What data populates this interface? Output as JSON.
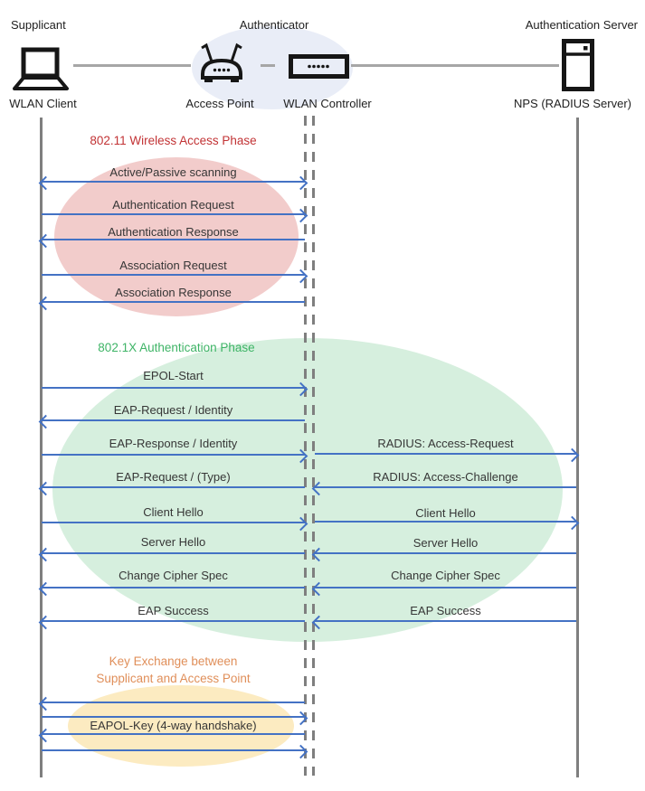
{
  "header": {
    "supplicant_role": "Supplicant",
    "authenticator_role": "Authenticator",
    "server_role": "Authentication Server",
    "wlan_client": "WLAN Client",
    "access_point": "Access Point",
    "wlan_controller": "WLAN Controller",
    "nps": "NPS (RADIUS Server)"
  },
  "phases": {
    "p1": {
      "title": "802.11 Wireless Access Phase",
      "color": "#c23335",
      "fill": "#f2cccb"
    },
    "p2": {
      "title": "802.1X Authentication Phase",
      "color": "#3eb466",
      "fill": "#d6efde"
    },
    "p3": {
      "line1": "Key Exchange between",
      "line2": "Supplicant and Access Point",
      "color": "#e08f5a",
      "fill": "#fcebc1"
    }
  },
  "messages": {
    "client_ap": [
      {
        "label": "Active/Passive scanning",
        "direction": "both"
      },
      {
        "label": "Authentication Request",
        "direction": "right"
      },
      {
        "label": "Authentication Response",
        "direction": "left"
      },
      {
        "label": "Association Request",
        "direction": "right"
      },
      {
        "label": "Association Response",
        "direction": "left"
      },
      {
        "label": "EPOL-Start",
        "direction": "right"
      },
      {
        "label": "EAP-Request / Identity",
        "direction": "left"
      },
      {
        "label": "EAP-Response / Identity",
        "direction": "right"
      },
      {
        "label": "EAP-Request / (Type)",
        "direction": "left"
      },
      {
        "label": "Client Hello",
        "direction": "right"
      },
      {
        "label": "Server Hello",
        "direction": "left"
      },
      {
        "label": "Change Cipher Spec",
        "direction": "left"
      },
      {
        "label": "EAP Success",
        "direction": "left"
      },
      {
        "label": "EAPOL-Key (4-way handshake)",
        "direction": "left,right,left,right"
      }
    ],
    "controller_server": [
      {
        "label": "RADIUS: Access-Request",
        "direction": "right"
      },
      {
        "label": "RADIUS: Access-Challenge",
        "direction": "left"
      },
      {
        "label": "Client Hello",
        "direction": "right"
      },
      {
        "label": "Server Hello",
        "direction": "left"
      },
      {
        "label": "Change Cipher Spec",
        "direction": "left"
      },
      {
        "label": "EAP Success",
        "direction": "left"
      }
    ]
  },
  "colors": {
    "arrow": "#4472c4",
    "lifeline": "#7f7f7f",
    "authenticator_ellipse": "#e9edf7"
  }
}
